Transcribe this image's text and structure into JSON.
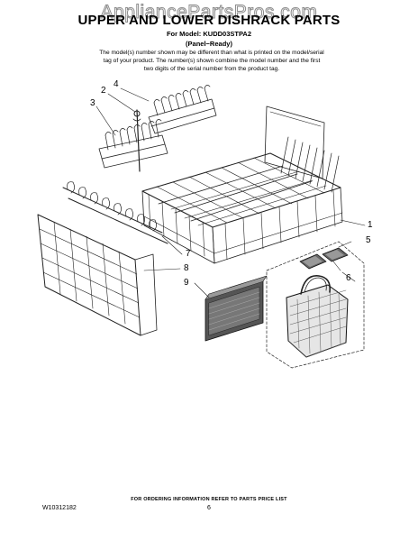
{
  "watermark": "AppliancePartsPros.com",
  "title": "UPPER AND LOWER DISHRACK PARTS",
  "model_line": "For Model: KUDD03STPA2",
  "variant": "(Panel−Ready)",
  "note": "The model(s) number shown may be different than what is printed on the model/serial tag of your product. The number(s) shown combine the model number and the first two digits of the serial number from the product tag.",
  "callouts": [
    "1",
    "2",
    "3",
    "4",
    "5",
    "6",
    "7",
    "8",
    "9"
  ],
  "footer_info": "FOR ORDERING INFORMATION REFER TO PARTS PRICE LIST",
  "doc_number": "W10312182",
  "page_number": "6"
}
